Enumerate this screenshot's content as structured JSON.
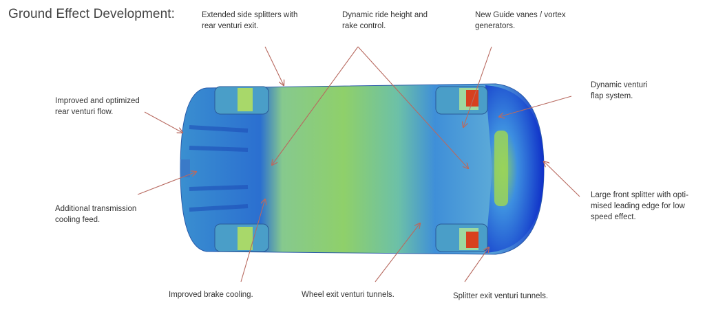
{
  "title": "Ground Effect Development:",
  "labels": {
    "side_splitters": [
      "Extended side splitters with",
      "rear venturi exit."
    ],
    "ride_height": [
      "Dynamic ride height and",
      "rake control."
    ],
    "guide_vanes": [
      "New Guide vanes / vortex",
      "generators."
    ],
    "venturi_flap": [
      "Dynamic venturi",
      "flap system."
    ],
    "rear_venturi": [
      "Improved and optimized",
      "rear venturi flow."
    ],
    "transmission": [
      "Additional transmission",
      "cooling feed."
    ],
    "front_splitter": [
      "Large front splitter with opti-",
      "mised leading edge for low",
      "speed effect."
    ],
    "brake_cooling": [
      "Improved brake cooling."
    ],
    "wheel_exit": [
      "Wheel exit venturi tunnels."
    ],
    "splitter_exit": [
      "Splitter exit venturi tunnels."
    ]
  },
  "colors": {
    "arrow": "#b86a60",
    "text": "#333333"
  }
}
